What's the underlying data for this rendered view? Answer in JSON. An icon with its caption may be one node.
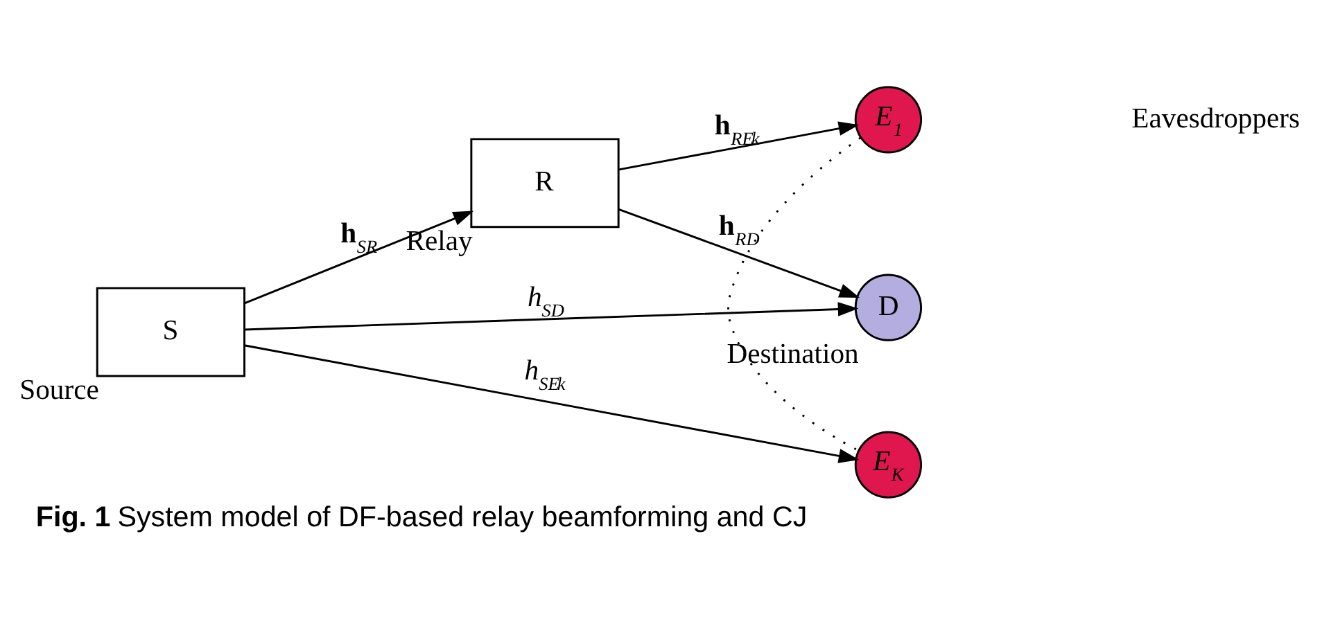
{
  "diagram": {
    "caption": "**Fig. 1** System model of DF-based relay beamforming and CJ",
    "nodes": [
      {
        "text": [
          "S"
        ],
        "beside": [
          "Source"
        ]
      },
      {
        "text": [
          "R"
        ],
        "beside": [
          "Relay"
        ]
      },
      {
        "text": [
          "D"
        ],
        "beside": [
          "Destination"
        ]
      },
      {
        "text": [
          "*E*$_{1}$"
        ]
      },
      {
        "text": [
          "*E*$_{K}$"
        ]
      }
    ],
    "edges": [
      {
        "from": 0,
        "to": 1,
        "arrow": "to",
        "label": "**h**$_{SR}$"
      },
      {
        "from": 1,
        "to": 2,
        "arrow": "to",
        "label": "**h**$_{RD}$"
      },
      {
        "from": 0,
        "to": 2,
        "arrow": "to",
        "label": "*h*$_{SD}$"
      },
      {
        "from": 1,
        "to": 3,
        "arrow": "to",
        "label": "**h**$_{RE}$$_{k}$"
      },
      {
        "from": 0,
        "to": 4,
        "arrow": "to",
        "label": "*h*$_{SE}$$_{k}$"
      },
      {
        "from": 3,
        "to": 4,
        "arrow": "none",
        "style": "dashed"
      }
    ],
    "labels": [
      "Eavesdroppers"
    ]
  }
}
